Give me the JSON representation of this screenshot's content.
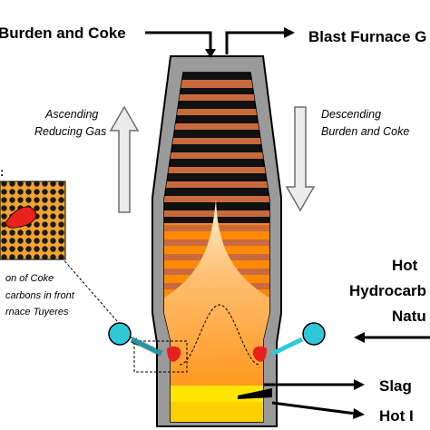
{
  "labels": {
    "burden_and_coke": "Burden and Coke",
    "blast_furnace_gas": "Blast Furnace G",
    "ascending_line1": "Ascending",
    "ascending_line2": "Reducing Gas",
    "descending_line1": "Descending",
    "descending_line2": "Burden and Coke",
    "hot_line1": "Hot",
    "hot_line2": "Hydrocarb",
    "hot_line3": "Natu",
    "slag": "Slag",
    "hot_metal": "Hot I",
    "inset_line1": "on of Coke",
    "inset_line2": "carbons in front",
    "inset_line3": "rnace Tuyeres"
  },
  "colors": {
    "refractory": "#9a9a9a",
    "burden_layer": "#c96a3e",
    "coke_layer": "#111111",
    "flame_top": "#ffe3b0",
    "flame_bottom": "#ff8a00",
    "slag": "#ffe600",
    "tuyere": "#2fc8d8",
    "raceway": "#e8201e",
    "arrow_fill": "#ececec"
  },
  "icons": {
    "top_in_arrow": "arrow-down-icon",
    "top_out_arrow": "arrow-right-icon",
    "ascending_arrow": "hollow-arrow-up-icon",
    "descending_arrow": "hollow-arrow-down-icon",
    "hydrocarbon_arrow": "arrow-left-icon",
    "slag_arrow": "arrow-right-icon",
    "hot_metal_arrow": "arrow-right-icon"
  }
}
